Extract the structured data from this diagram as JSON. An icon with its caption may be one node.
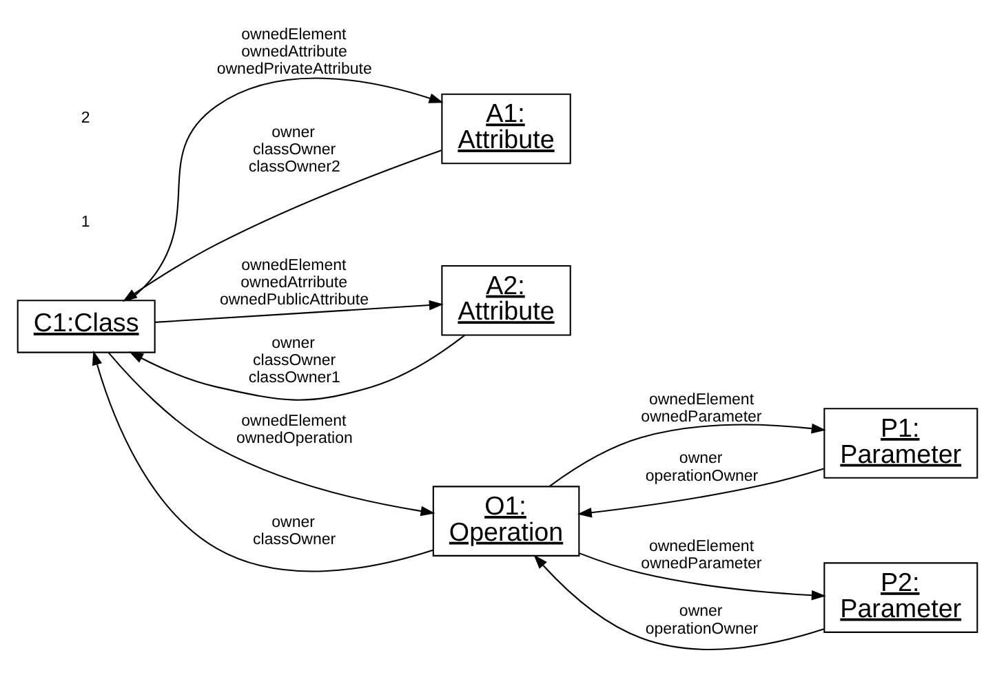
{
  "diagram": {
    "nodes": [
      {
        "text": [
          "C1:Class"
        ]
      },
      {
        "text": [
          "A1: Attribute"
        ]
      },
      {
        "text": [
          "A2: Attribute"
        ]
      },
      {
        "text": [
          "O1: Operation"
        ]
      },
      {
        "text": [
          "P1: Parameter"
        ]
      },
      {
        "text": [
          "P2: Parameter"
        ]
      }
    ],
    "edges": [
      {
        "from": 0,
        "to": 1,
        "arrow": "to",
        "label": "ownedElement ownedAttribute ownedPrivateAttribute"
      },
      {
        "from": 1,
        "to": 0,
        "arrow": "to",
        "label": "owner classOwner classOwner2"
      },
      {
        "from": 2,
        "to": 0,
        "arrow": "to",
        "label": "owner classOwner classOwner1"
      },
      {
        "from": 0,
        "to": 2,
        "arrow": "to",
        "label": "ownedElement ownedAtrribute ownedPublicAttribute"
      },
      {
        "from": 0,
        "to": 3,
        "arrow": "to",
        "label": "ownedElement ownedOperation"
      },
      {
        "from": 3,
        "to": 0,
        "arrow": "to",
        "label": "owner classOwner"
      },
      {
        "from": 3,
        "to": 4,
        "arrow": "to",
        "label": "ownedElement ownedParameter"
      },
      {
        "from": 4,
        "to": 3,
        "arrow": "to",
        "label": "owner operationOwner"
      },
      {
        "from": 3,
        "to": 5,
        "arrow": "to",
        "label": "ownedElement ownedParameter"
      },
      {
        "from": 5,
        "to": 3,
        "arrow": "to",
        "label": "owner operationOwner"
      }
    ],
    "labels": [
      "1",
      "2"
    ]
  }
}
